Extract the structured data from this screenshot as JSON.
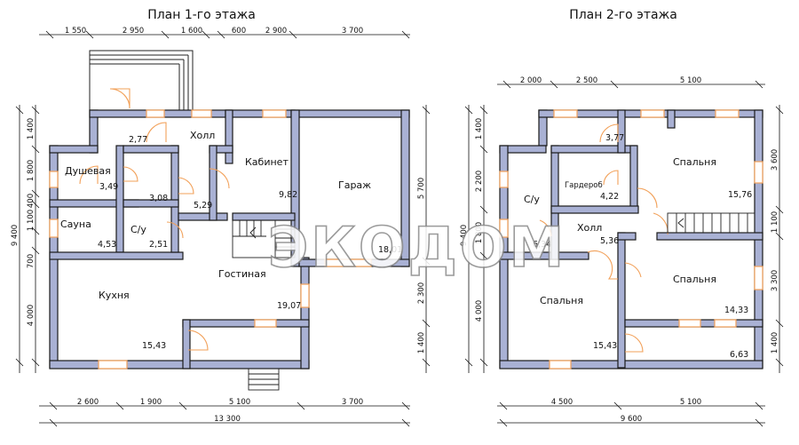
{
  "titles": {
    "plan1": "План 1-го этажа",
    "plan2": "План 2-го этажа"
  },
  "watermark": "ЭКОДОМ",
  "colors": {
    "wall_fill": "#a9b1d4",
    "wall_stroke": "#1a1a1a",
    "window": "#f2a15a",
    "door": "#f2a15a",
    "dim_line": "#111111"
  },
  "plan1": {
    "rooms": [
      {
        "name": "Холл",
        "area": "2,77"
      },
      {
        "name": "Душевая",
        "area": "3,49"
      },
      {
        "name": "Сауна",
        "area": "4,53"
      },
      {
        "name": "С/у",
        "area": "2,51"
      },
      {
        "name": "",
        "area": "3,08"
      },
      {
        "name": "",
        "area": "5,29"
      },
      {
        "name": "Кабинет",
        "area": "9,82"
      },
      {
        "name": "Гараж",
        "area": "18,01"
      },
      {
        "name": "Гостиная",
        "area": "19,07"
      },
      {
        "name": "Кухня",
        "area": "15,43"
      }
    ],
    "dims_top": [
      "1 550",
      "2 950",
      "1 600",
      "600",
      "2 900",
      "3 700"
    ],
    "dims_bottom": [
      "2 600",
      "1 900",
      "5 100",
      "3 700"
    ],
    "dim_total": "13 300",
    "dims_left": [
      "1 400",
      "1 800",
      "400",
      "1 100",
      "700",
      "4 000"
    ],
    "dim_left_total": "9 400",
    "dims_right": [
      "5 700",
      "2 300",
      "1 400"
    ]
  },
  "plan2": {
    "rooms": [
      {
        "name": "",
        "area": "3,77"
      },
      {
        "name": "Спальня",
        "area": "15,76"
      },
      {
        "name": "С/у",
        "area": "6,34"
      },
      {
        "name": "Гардероб",
        "area": "4,22"
      },
      {
        "name": "Холл",
        "area": "5,36"
      },
      {
        "name": "Спальня",
        "area": "15,43"
      },
      {
        "name": "Спальня",
        "area": "14,33"
      },
      {
        "name": "",
        "area": "6,63"
      }
    ],
    "dims_top": [
      "2 000",
      "2 500",
      "5 100"
    ],
    "dims_bottom": [
      "4 500",
      "5 100"
    ],
    "dim_total": "9 600",
    "dims_left": [
      "1 400",
      "2 200",
      "1 800",
      "4 000"
    ],
    "dim_left_total": "9 400",
    "dims_right": [
      "3 600",
      "1 100",
      "3 300",
      "1 400"
    ]
  }
}
